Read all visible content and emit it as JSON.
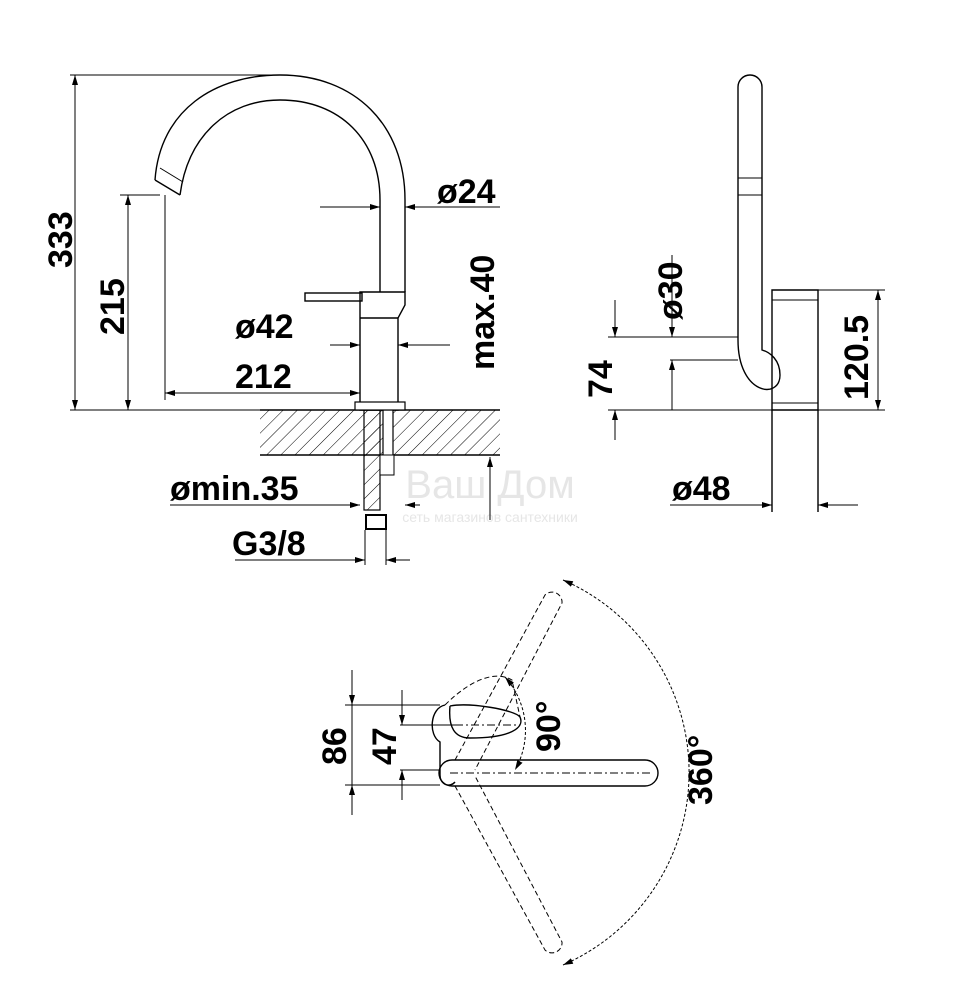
{
  "front_view": {
    "height_total": "333",
    "spout_height": "215",
    "spout_diameter": "ø24",
    "max_thickness": "max.40",
    "body_diameter": "ø42",
    "reach": "212",
    "min_hole": "ømin.35",
    "thread": "G3/8"
  },
  "side_view": {
    "diameter_30": "ø30",
    "dim_74": "74",
    "dim_120_5": "120.5",
    "base_diameter": "ø48"
  },
  "top_view": {
    "dim_86": "86",
    "dim_47": "47",
    "lever_angle": "90°",
    "swivel_angle": "360°"
  },
  "watermark": {
    "title": "Ваш Дом",
    "subtitle": "сеть магазинов сантехники"
  }
}
